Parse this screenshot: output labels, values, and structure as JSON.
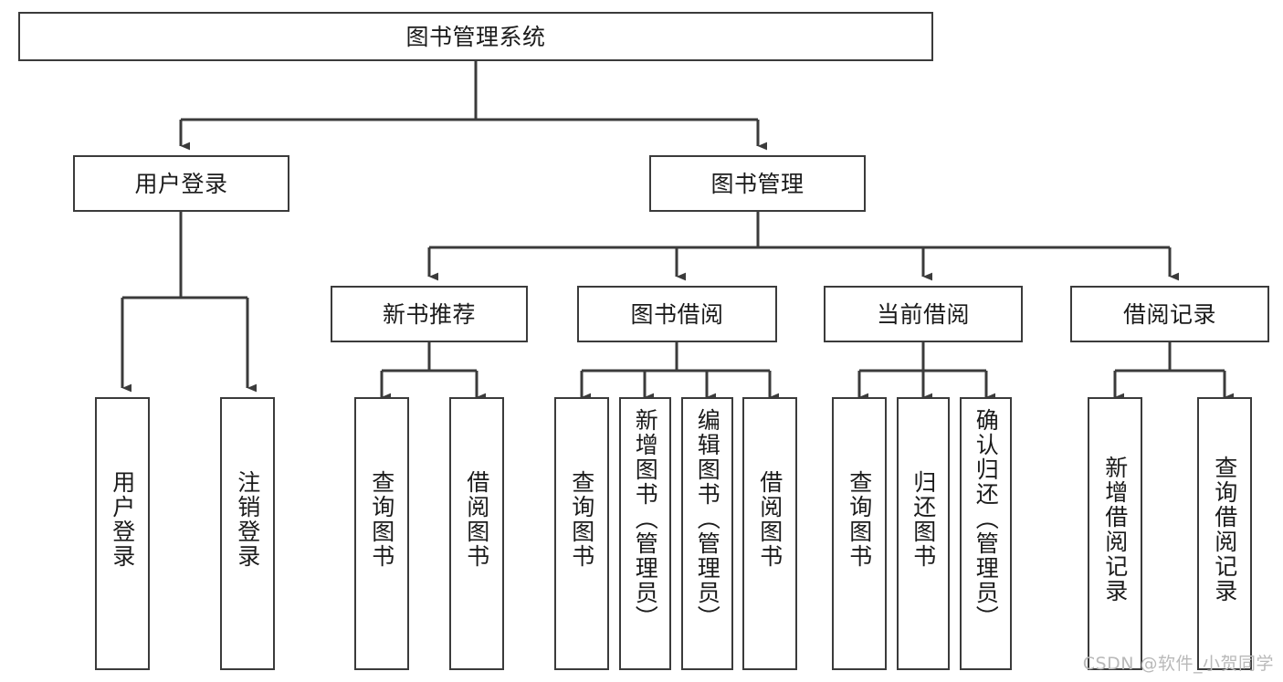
{
  "diagram": {
    "type": "tree-hierarchy",
    "title": "图书管理系统",
    "orientation": "top-down",
    "colors": {
      "node_border": "#3b3b3b",
      "node_fill": "#ffffff",
      "edge": "#3b3b3b",
      "text": "#1b1b1b",
      "watermark": "#b9b9b9",
      "background": "#ffffff"
    },
    "root": {
      "id": "root",
      "label": "图书管理系统"
    },
    "level2": [
      {
        "id": "user-login",
        "label": "用户登录"
      },
      {
        "id": "book-manage",
        "label": "图书管理"
      }
    ],
    "level3": [
      {
        "id": "new-book-rec",
        "label": "新书推荐",
        "parent": "book-manage"
      },
      {
        "id": "book-borrow",
        "label": "图书借阅",
        "parent": "book-manage"
      },
      {
        "id": "current-borrow",
        "label": "当前借阅",
        "parent": "book-manage"
      },
      {
        "id": "borrow-record",
        "label": "借阅记录",
        "parent": "book-manage"
      }
    ],
    "leaves": [
      {
        "id": "leaf-user-login",
        "label": "用户登录",
        "parent": "user-login"
      },
      {
        "id": "leaf-logout",
        "label": "注销登录",
        "parent": "user-login"
      },
      {
        "id": "leaf-query-book-1",
        "label": "查询图书",
        "parent": "new-book-rec"
      },
      {
        "id": "leaf-borrow-book-1",
        "label": "借阅图书",
        "parent": "new-book-rec"
      },
      {
        "id": "leaf-query-book-2",
        "label": "查询图书",
        "parent": "book-borrow"
      },
      {
        "id": "leaf-add-book",
        "label": "新增图书（管理员）",
        "parent": "book-borrow"
      },
      {
        "id": "leaf-edit-book",
        "label": "编辑图书（管理员）",
        "parent": "book-borrow"
      },
      {
        "id": "leaf-borrow-book-2",
        "label": "借阅图书",
        "parent": "book-borrow"
      },
      {
        "id": "leaf-query-book-3",
        "label": "查询图书",
        "parent": "current-borrow"
      },
      {
        "id": "leaf-return-book",
        "label": "归还图书",
        "parent": "current-borrow"
      },
      {
        "id": "leaf-confirm-return",
        "label": "确认归还（管理员）",
        "parent": "current-borrow"
      },
      {
        "id": "leaf-add-record",
        "label": "新增借阅记录",
        "parent": "borrow-record"
      },
      {
        "id": "leaf-query-record",
        "label": "查询借阅记录",
        "parent": "borrow-record"
      }
    ]
  },
  "watermark": {
    "text": "CSDN @软件_小贺同学"
  }
}
